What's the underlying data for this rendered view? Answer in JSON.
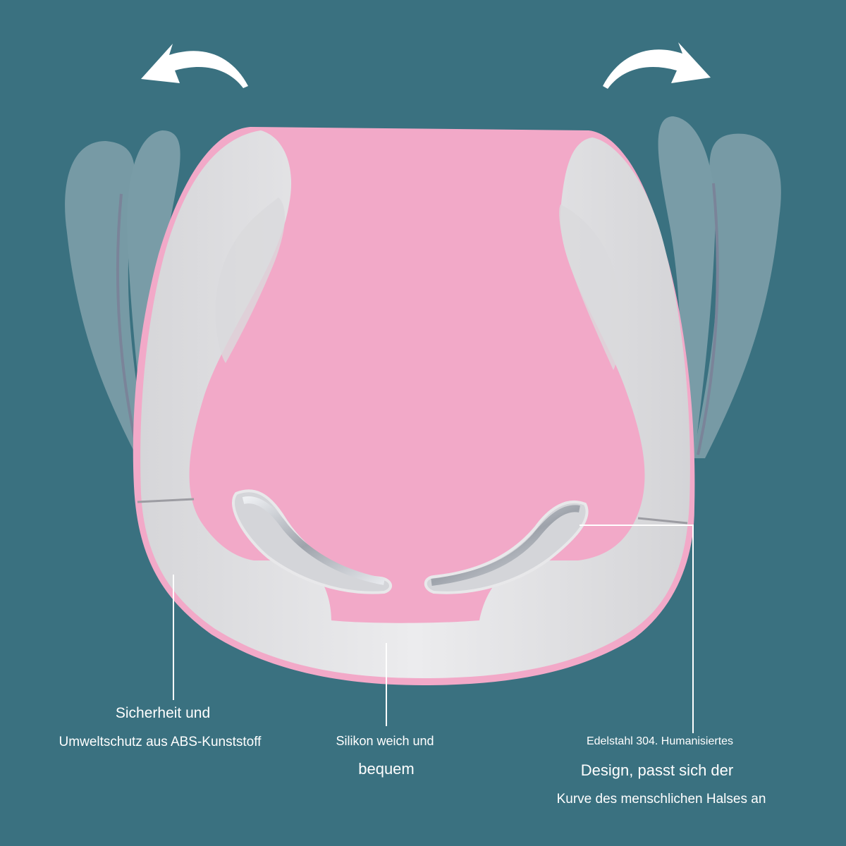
{
  "colors": {
    "background": "#3a7180",
    "device_body": "#e2e2e4",
    "device_accent": "#f2a9c8",
    "electrode_metal": "#b9bcc2",
    "arrow": "#ffffff",
    "text": "#ffffff"
  },
  "icons": {
    "rotate_left": "curved-arrow-left-icon",
    "rotate_right": "curved-arrow-right-icon"
  },
  "labels": {
    "left": {
      "line1": "Sicherheit und",
      "line2": "Umweltschutz aus ABS-Kunststoff"
    },
    "middle": {
      "line1": "Silikon weich und",
      "line2": "bequem"
    },
    "right": {
      "line1": "Edelstahl 304. Humanisiertes",
      "line2": "Design, passt sich der",
      "line3": "Kurve des menschlichen Halses an"
    }
  }
}
